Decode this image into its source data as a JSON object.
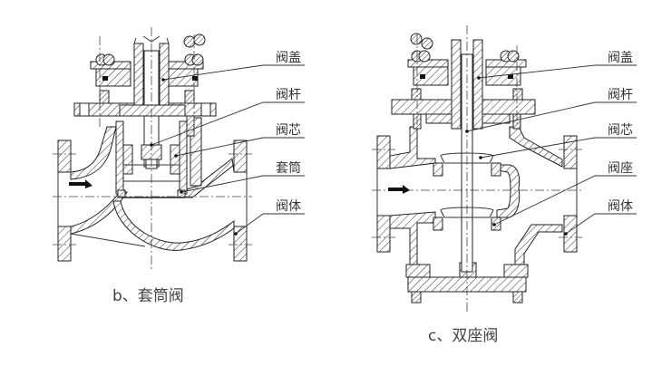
{
  "figure_b": {
    "caption": "b、套筒阀",
    "labels": [
      "阀盖",
      "阀杆",
      "阀芯",
      "套筒",
      "阀体"
    ]
  },
  "figure_c": {
    "caption": "c、双座阀",
    "labels": [
      "阀盖",
      "阀杆",
      "阀芯",
      "阀座",
      "阀体"
    ]
  },
  "flow_direction": "left-to-right"
}
